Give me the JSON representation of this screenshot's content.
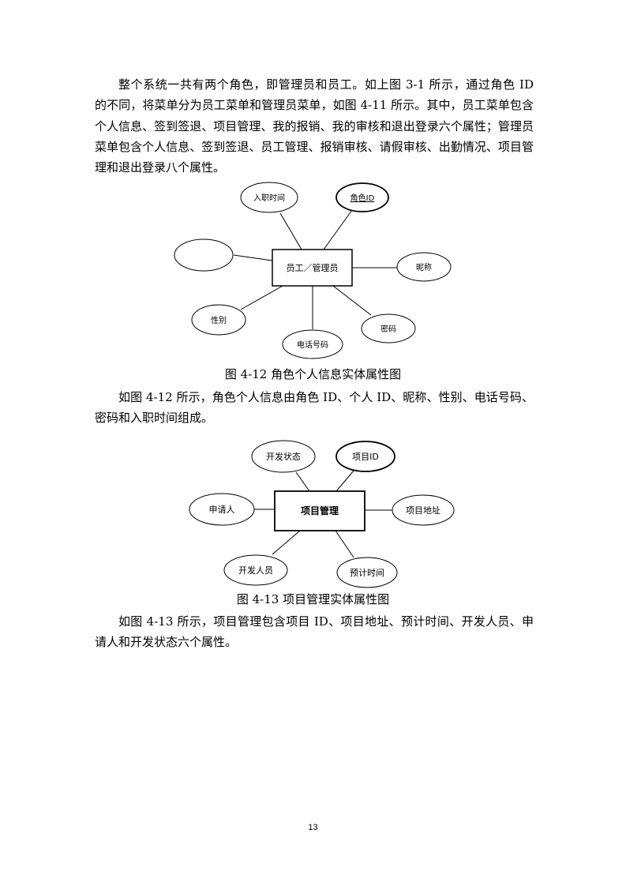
{
  "paragraphs": {
    "intro": "整个系统一共有两个角色，即管理员和员工。如上图 3-1 所示，通过角色 ID 的不同，将菜单分为员工菜单和管理员菜单，如图 4-11 所示。其中，员工菜单包含个人信息、签到签退、项目管理、我的报销、我的审核和退出登录六个属性；管理员菜单包含个人信息、签到签退、员工管理、报销审核、请假审核、出勤情况、项目管理和退出登录八个属性。",
    "role_desc": "如图 4-12 所示，角色个人信息由角色 ID、个人 ID、昵称、性别、电话号码、密码和入职时间组成。",
    "project_desc": "如图 4-13 所示，项目管理包含项目 ID、项目地址、预计时间、开发人员、申请人和开发状态六个属性。"
  },
  "figure_4_12": {
    "caption": "图 4-12  角色个人信息实体属性图",
    "entity": "员工／管理员",
    "attributes": {
      "join_time": "入职时间",
      "role_id": "角色ID",
      "left": "",
      "nickname": "昵称",
      "gender": "性别",
      "phone": "电话号码",
      "password": "密码"
    }
  },
  "figure_4_13": {
    "caption": "图 4-13  项目管理实体属性图",
    "entity": "项目管理",
    "attributes": {
      "dev_status": "开发状态",
      "project_id": "项目ID",
      "applicant": "申请人",
      "project_address": "项目地址",
      "developer": "开发人员",
      "estimated_time": "预计时间"
    }
  },
  "page_number": "13"
}
